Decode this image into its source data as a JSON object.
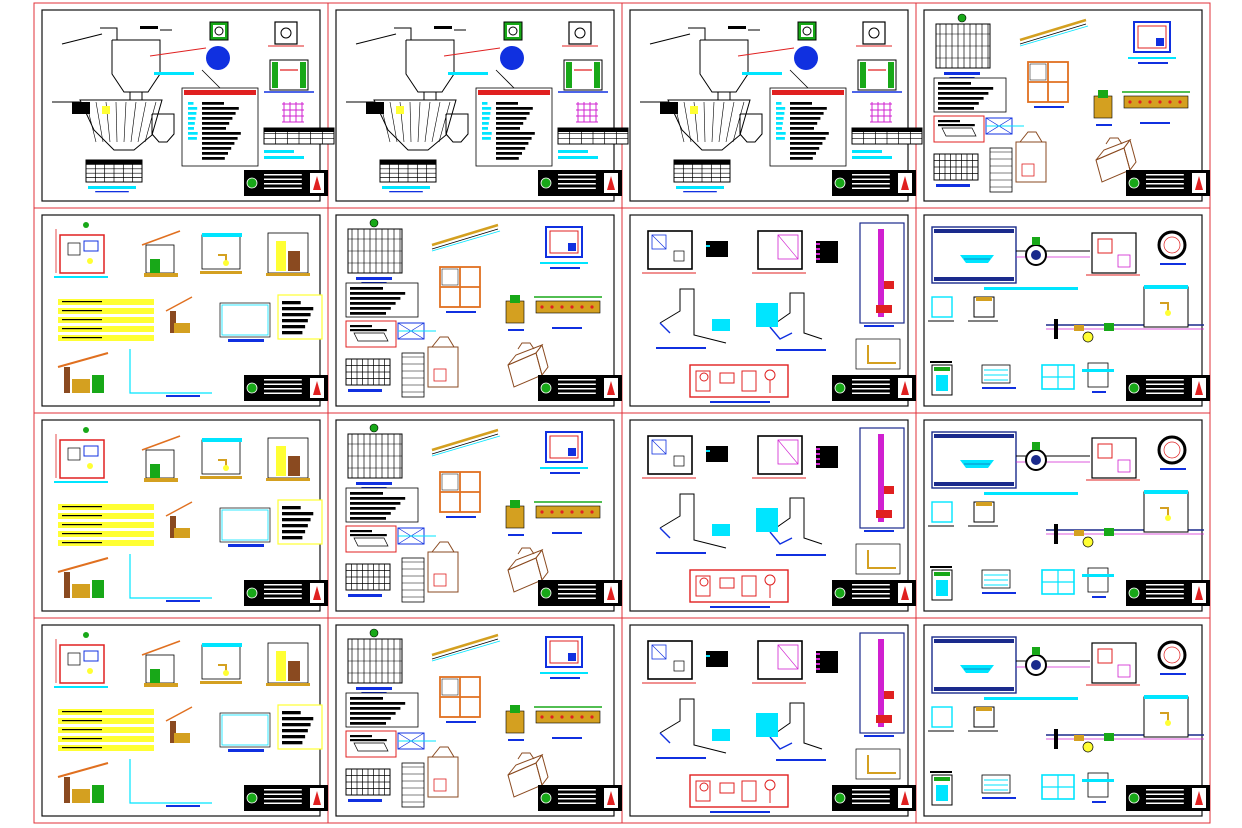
{
  "drawing": {
    "grid": {
      "columns": 4,
      "rows": 4
    },
    "sheet_types": [
      "tank-detail",
      "structural-detail",
      "bathroom-elevations",
      "plumbing-isometric",
      "site-drainage"
    ],
    "sheet_layout": [
      [
        "tank-detail",
        "tank-detail",
        "tank-detail",
        "structural-detail"
      ],
      [
        "bathroom-elevations",
        "structural-detail",
        "plumbing-isometric",
        "site-drainage"
      ],
      [
        "bathroom-elevations",
        "structural-detail",
        "plumbing-isometric",
        "site-drainage"
      ],
      [
        "bathroom-elevations",
        "structural-detail",
        "plumbing-isometric",
        "site-drainage"
      ]
    ],
    "colors": {
      "outer_grid": "#e0303a",
      "sheet_frame": "#111111",
      "linework": "#000000",
      "cyan": "#00e5ff",
      "blue": "#1030e0",
      "navy": "#1a2a8c",
      "red": "#e02020",
      "green": "#18a818",
      "magenta": "#d020d0",
      "yellow": "#ffff33",
      "orange": "#e07020",
      "brown": "#8a4a20",
      "gold": "#d4a020",
      "title_block": "#000000"
    }
  }
}
